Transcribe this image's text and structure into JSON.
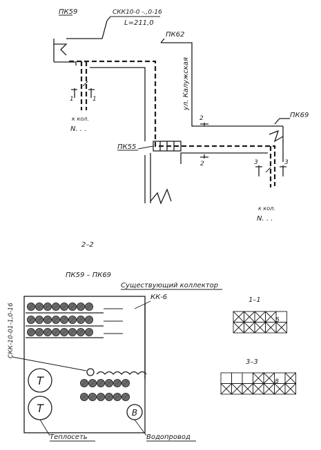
{
  "plan": {
    "pk_start": "ПК59",
    "pipe_spec": "СКК10-0 -.,0-16",
    "length": "L=211,0",
    "pk_corner": "ПК62",
    "street": "ул. Калужская",
    "pk_end": "ПК69",
    "pk_mid": "ПК55",
    "to_col_left": "к кол.",
    "n_left": "N. . .",
    "to_col_right": "к кол.",
    "n_right": "N. . .",
    "sec_mark_1": "1",
    "sec_mark_2": "2",
    "sec_mark_3": "3"
  },
  "section": {
    "title": "2–2",
    "range": "ПК59 – ПК69",
    "collector": "Существующий коллектор",
    "collector_code": "КК-6",
    "pipe_spec_vertical": "СКК-10-01-1,0-16",
    "heating_letter": "Т",
    "heating_label": "Теплосеть",
    "water_letter": "В",
    "water_label": "Водопровод"
  },
  "sec11": {
    "title": "1–1",
    "number": "5"
  },
  "sec33": {
    "title": "3–3",
    "number": "8"
  }
}
